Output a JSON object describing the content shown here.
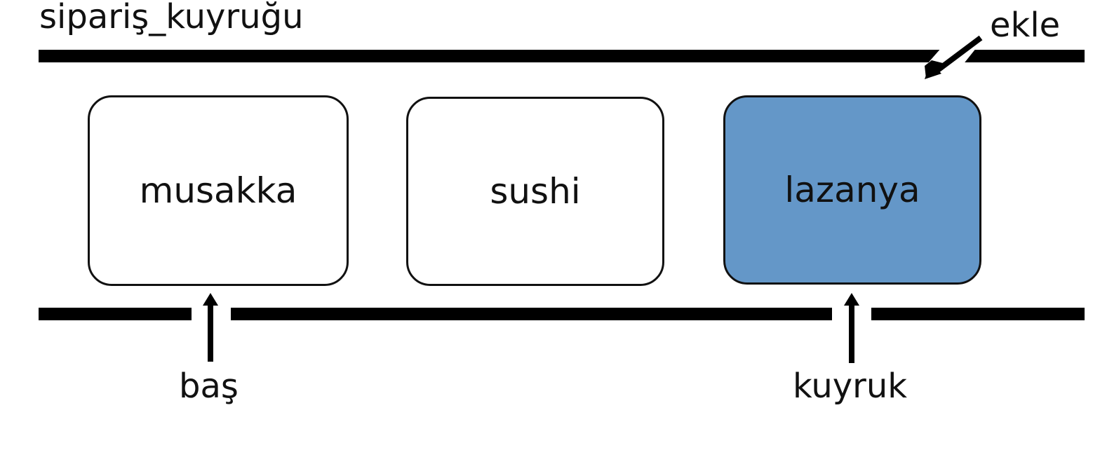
{
  "title": "sipariş_kuyruğu",
  "queue": {
    "items": [
      {
        "label": "musakka"
      },
      {
        "label": "sushi"
      },
      {
        "label": "lazanya"
      }
    ]
  },
  "pointers": {
    "head_label": "baş",
    "tail_label": "kuyruk",
    "enqueue_label": "ekle"
  },
  "colors": {
    "tail_fill": "#6497c8",
    "node_fill": "#ffffff",
    "stroke": "#111111"
  }
}
